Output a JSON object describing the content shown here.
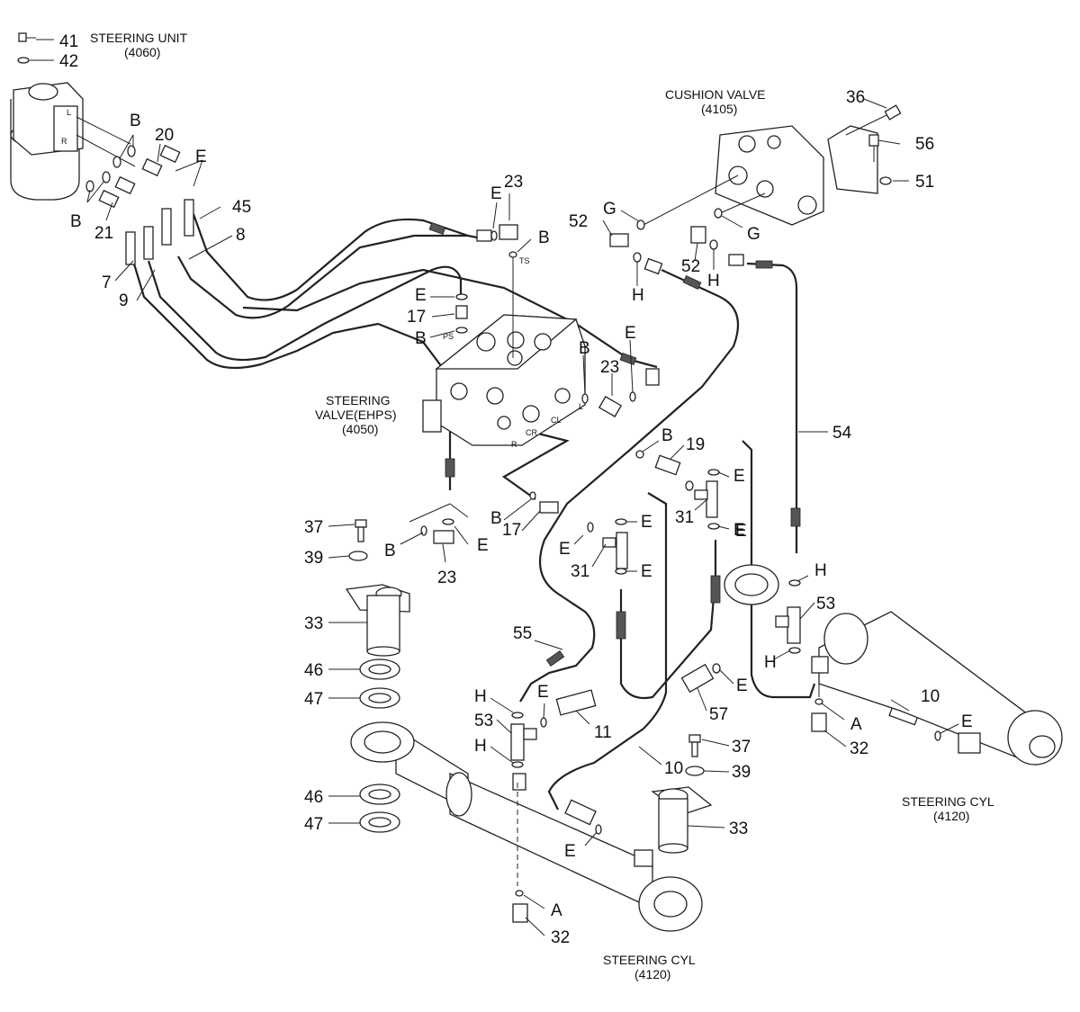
{
  "titles": {
    "steering_unit": "STEERING UNIT",
    "steering_unit_code": "(4060)",
    "cushion_valve": "CUSHION VALVE",
    "cushion_valve_code": "(4105)",
    "steering_valve_1": "STEERING",
    "steering_valve_2": "VALVE(EHPS)",
    "steering_valve_code": "(4050)",
    "steering_cyl_right": "STEERING CYL",
    "steering_cyl_right_code": "(4120)",
    "steering_cyl_bottom": "STEERING CYL",
    "steering_cyl_bottom_code": "(4120)"
  },
  "port_marks": {
    "L_unit": "L",
    "R_unit": "R",
    "TS": "TS",
    "PS": "PS",
    "L_valve": "L",
    "CL": "CL",
    "CR": "CR",
    "R_valve": "R"
  },
  "callouts": [
    {
      "id": "c41",
      "text": "41"
    },
    {
      "id": "c42",
      "text": "42"
    },
    {
      "id": "c20",
      "text": "20"
    },
    {
      "id": "c21",
      "text": "21"
    },
    {
      "id": "c45",
      "text": "45"
    },
    {
      "id": "c8",
      "text": "8"
    },
    {
      "id": "c7",
      "text": "7"
    },
    {
      "id": "c9",
      "text": "9"
    },
    {
      "id": "c23a",
      "text": "23"
    },
    {
      "id": "c17a",
      "text": "17"
    },
    {
      "id": "c23b",
      "text": "23"
    },
    {
      "id": "c36",
      "text": "36"
    },
    {
      "id": "c56",
      "text": "56"
    },
    {
      "id": "c51",
      "text": "51"
    },
    {
      "id": "c52a",
      "text": "52"
    },
    {
      "id": "c52b",
      "text": "52"
    },
    {
      "id": "c54",
      "text": "54"
    },
    {
      "id": "c19",
      "text": "19"
    },
    {
      "id": "c31a",
      "text": "31"
    },
    {
      "id": "c31b",
      "text": "31"
    },
    {
      "id": "c17b",
      "text": "17"
    },
    {
      "id": "c23c",
      "text": "23"
    },
    {
      "id": "c37a",
      "text": "37"
    },
    {
      "id": "c39a",
      "text": "39"
    },
    {
      "id": "c33a",
      "text": "33"
    },
    {
      "id": "c46a",
      "text": "46"
    },
    {
      "id": "c47a",
      "text": "47"
    },
    {
      "id": "c46b",
      "text": "46"
    },
    {
      "id": "c47b",
      "text": "47"
    },
    {
      "id": "c55",
      "text": "55"
    },
    {
      "id": "c53a",
      "text": "53"
    },
    {
      "id": "c53b",
      "text": "53"
    },
    {
      "id": "c11",
      "text": "11"
    },
    {
      "id": "c57",
      "text": "57"
    },
    {
      "id": "c10a",
      "text": "10"
    },
    {
      "id": "c10b",
      "text": "10"
    },
    {
      "id": "c37b",
      "text": "37"
    },
    {
      "id": "c39b",
      "text": "39"
    },
    {
      "id": "c33b",
      "text": "33"
    },
    {
      "id": "c32a",
      "text": "32"
    },
    {
      "id": "c32b",
      "text": "32"
    }
  ],
  "letters": [
    {
      "id": "l_B1",
      "text": "B"
    },
    {
      "id": "l_B2",
      "text": "B"
    },
    {
      "id": "l_E1",
      "text": "E"
    },
    {
      "id": "l_E2",
      "text": "E"
    },
    {
      "id": "l_B3",
      "text": "B"
    },
    {
      "id": "l_E3",
      "text": "E"
    },
    {
      "id": "l_B4",
      "text": "B"
    },
    {
      "id": "l_B5",
      "text": "B"
    },
    {
      "id": "l_E4",
      "text": "E"
    },
    {
      "id": "l_G1",
      "text": "G"
    },
    {
      "id": "l_G2",
      "text": "G"
    },
    {
      "id": "l_H1",
      "text": "H"
    },
    {
      "id": "l_H2",
      "text": "H"
    },
    {
      "id": "l_B6",
      "text": "B"
    },
    {
      "id": "l_E5",
      "text": "E"
    },
    {
      "id": "l_E6",
      "text": "E"
    },
    {
      "id": "l_E7",
      "text": "E"
    },
    {
      "id": "l_E8",
      "text": "E"
    },
    {
      "id": "l_B7",
      "text": "B"
    },
    {
      "id": "l_E9",
      "text": "E"
    },
    {
      "id": "l_B8",
      "text": "B"
    },
    {
      "id": "l_E10",
      "text": "E"
    },
    {
      "id": "l_E11",
      "text": "E"
    },
    {
      "id": "l_H3",
      "text": "H"
    },
    {
      "id": "l_H4",
      "text": "H"
    },
    {
      "id": "l_H5",
      "text": "H"
    },
    {
      "id": "l_E12",
      "text": "E"
    },
    {
      "id": "l_H6",
      "text": "H"
    },
    {
      "id": "l_E13",
      "text": "E"
    },
    {
      "id": "l_E14",
      "text": "E"
    },
    {
      "id": "l_A1",
      "text": "A"
    },
    {
      "id": "l_E15",
      "text": "E"
    },
    {
      "id": "l_A2",
      "text": "A"
    }
  ]
}
